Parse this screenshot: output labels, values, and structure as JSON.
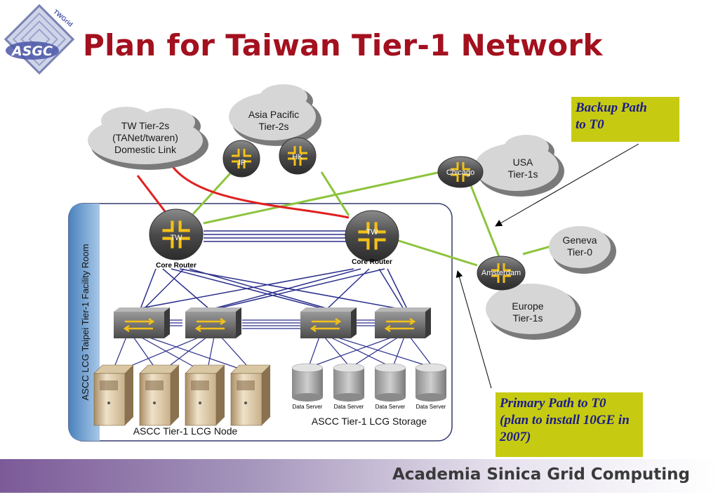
{
  "title": "Plan for Taiwan Tier-1 Network",
  "logo": {
    "text": "ASGC",
    "tag": "TWGrid"
  },
  "clouds": {
    "tw_tier2": [
      "TW Tier-2s",
      "(TANet/twaren)",
      "Domestic Link"
    ],
    "asia_pacific": [
      "Asia Pacific",
      "Tier-2s"
    ],
    "usa": [
      "USA",
      "Tier-1s"
    ],
    "geneva": [
      "Geneva",
      "Tier-0"
    ],
    "europe": [
      "Europe",
      "Tier-1s"
    ]
  },
  "routers": {
    "jp": "JP",
    "hk": "HK",
    "chicago": "Chicago",
    "amsterdam": "Amsterdam",
    "tw_left": "TW",
    "tw_right": "TW"
  },
  "core_router_label": "Core Router",
  "facility_label": "ASCC LCG Taipei Tier-1 Facility Room",
  "node_label": "ASCC Tier-1 LCG Node",
  "storage_label": "ASCC Tier-1 LCG Storage",
  "data_server_label": "Data Server",
  "callouts": {
    "backup": [
      "Backup Path",
      "to T0"
    ],
    "primary": [
      "Primary Path to T0",
      "(plan to install 10GE in",
      "2007)"
    ]
  },
  "footer": "Academia Sinica Grid Computing",
  "colors": {
    "title": "#a3101e",
    "callout_bg": "#c6cb12",
    "callout_text": "#1b1b8a",
    "green_link": "#8cc43c",
    "red_link": "#e02020",
    "lan_link": "#2b2f8c"
  }
}
